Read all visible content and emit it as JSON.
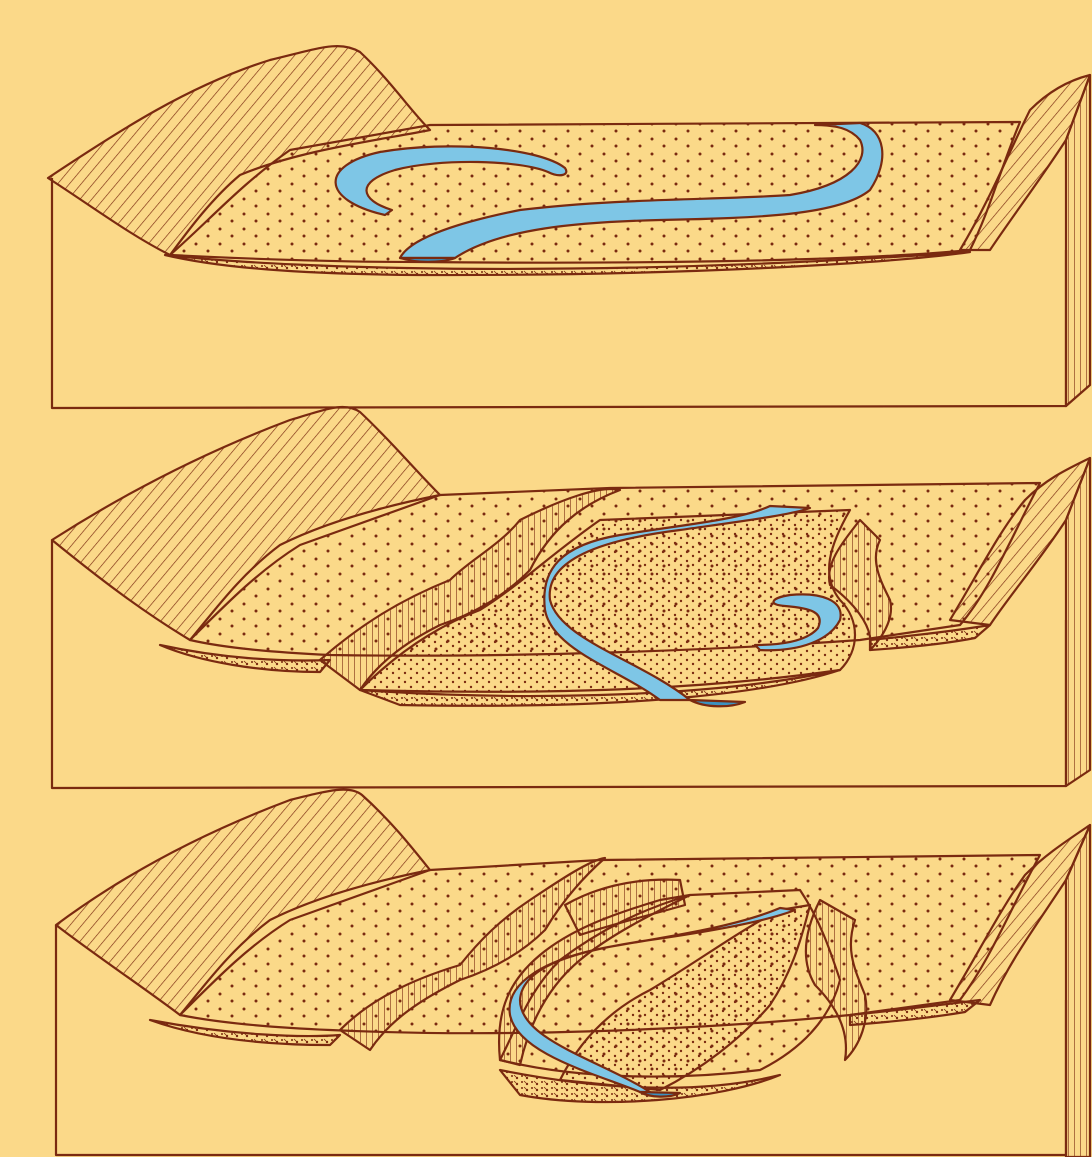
{
  "diagram": {
    "panels": [
      {
        "id": "stage-1",
        "terraces": 0,
        "oxbow": true
      },
      {
        "id": "stage-2",
        "terraces": 1,
        "oxbow": true
      },
      {
        "id": "stage-3",
        "terraces": 2,
        "oxbow": false
      }
    ]
  },
  "colors": {
    "background": "#fbd989",
    "ink": "#7a2a10",
    "water": "#7ec6e6",
    "water_deep": "#3b92c0"
  }
}
